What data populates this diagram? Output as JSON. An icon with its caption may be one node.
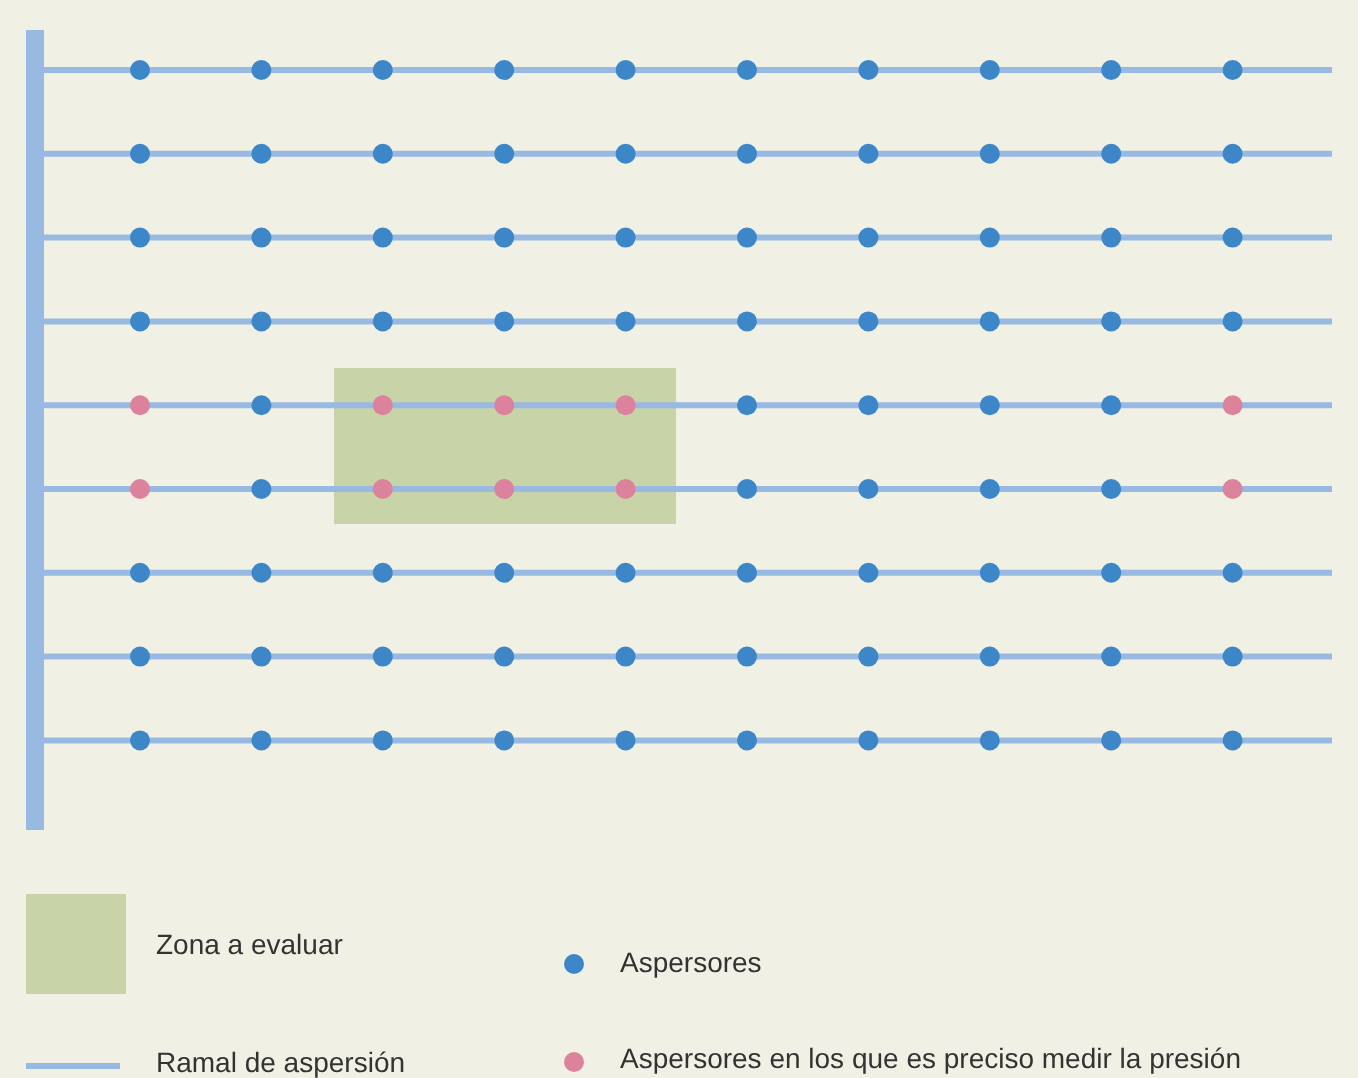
{
  "diagram": {
    "legend": [
      {
        "text": "Zona a evaluar",
        "color": "#c8d4a8"
      },
      {
        "text": "Aspersores"
      },
      {
        "text": "Ramal de aspersión"
      },
      {
        "text": "Aspersores en los que es preciso medir la presión"
      }
    ]
  }
}
